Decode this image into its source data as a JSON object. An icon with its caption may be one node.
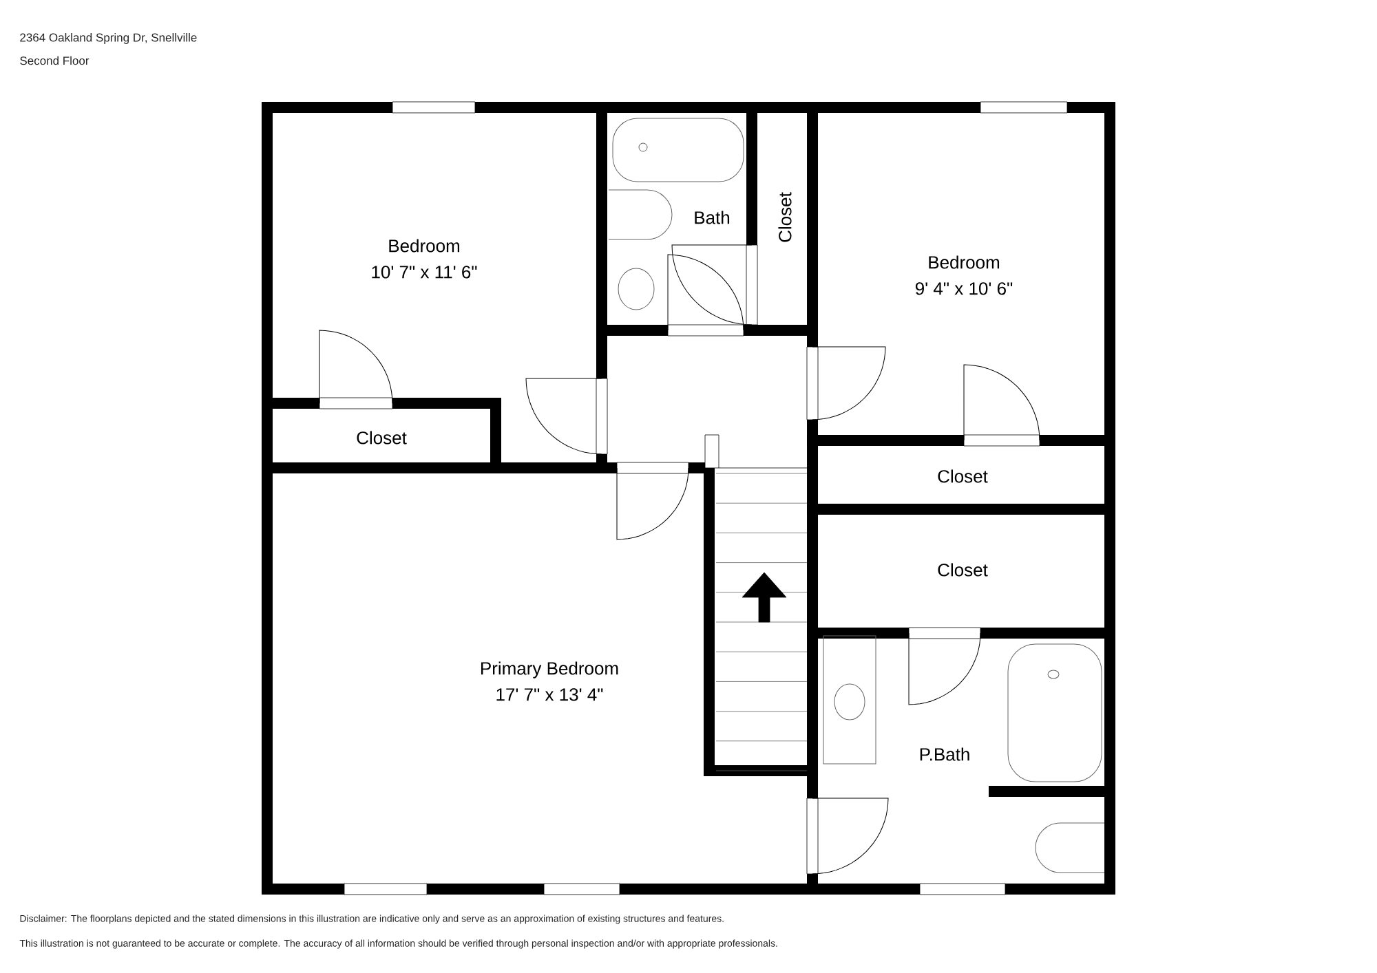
{
  "diagram": {
    "nodes": [
      {
        "text": [
          "Bedroom",
          "10' 7\" x 11' 6\""
        ]
      },
      {
        "text": [
          "Bath"
        ]
      },
      {
        "text": [
          "Closet"
        ]
      },
      {
        "text": [
          "Bedroom",
          "9' 4\" x 10' 6\""
        ]
      },
      {
        "text": [
          "Closet"
        ]
      },
      {
        "text": [
          "Closet"
        ]
      },
      {
        "text": [
          "Closet"
        ]
      },
      {
        "text": [
          "Primary Bedroom",
          "17' 7\" x 13' 4\""
        ]
      },
      {
        "text": [
          "P.Bath"
        ]
      }
    ],
    "labels": [
      "2364 Oakland Spring Dr, Snellville",
      "Second Floor",
      "Disclaimer: The floorplans depicted and the stated dimensions in this illustration are indicative only and serve as an approximation of existing structures and features.",
      "This illustration is not guaranteed to be accurate or complete. The accuracy of all information should be verified through personal inspection and/or with appropriate professionals."
    ]
  }
}
